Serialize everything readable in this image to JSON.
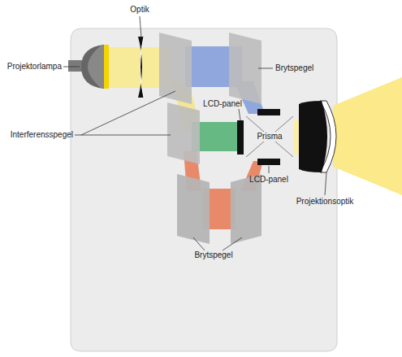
{
  "diagram": {
    "nodes": [
      {
        "text": [
          "Prisma"
        ]
      }
    ],
    "labels": [
      "Optik",
      "Projektorlampa",
      "Brytspegel",
      "LCD-panel",
      "Interferensspegel",
      "LCD-panel",
      "Projektionsoptik",
      "Brytspegel"
    ]
  }
}
